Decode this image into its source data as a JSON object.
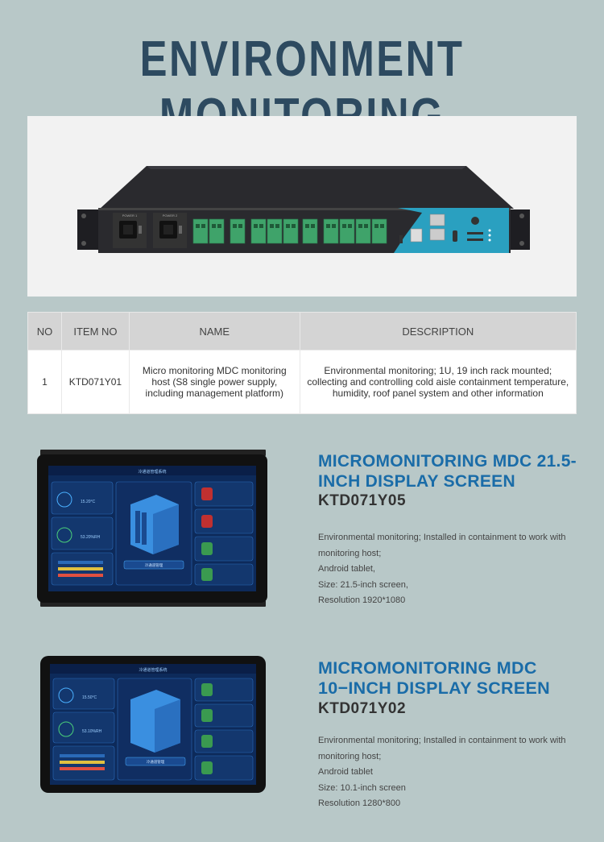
{
  "page_title": "ENVIRONMENT MONITORING",
  "device_panel": {
    "power_label_1": "POWER 1",
    "power_label_2": "POWER 2"
  },
  "table": {
    "headers": [
      "NO",
      "ITEM NO",
      "NAME",
      "DESCRIPTION"
    ],
    "row": {
      "no": "1",
      "item_no": "KTD071Y01",
      "name": "Micro monitoring MDC monitoring host (S8 single power supply, including management platform)",
      "description": "Environmental monitoring; 1U, 19 inch rack mounted; collecting and controlling cold aisle containment temperature, humidity, roof panel system and other information"
    }
  },
  "product1": {
    "title_line1": "MICROMONITORING MDC 21.5-",
    "title_line2": "INCH DISPLAY SCREEN",
    "item_no": "KTD071Y05",
    "desc": [
      "Environmental monitoring; Installed in containment to work with",
      "monitoring host;",
      "Android tablet,",
      "Size: 21.5-inch screen,",
      "Resolution 1920*1080"
    ],
    "screen": {
      "header": "冷通道管理系统",
      "temp": "15.20°C",
      "humidity": "53.20%RH",
      "btn": "冷通道管理"
    }
  },
  "product2": {
    "title_line1": "MICROMONITORING MDC",
    "title_line2": "10−INCH DISPLAY SCREEN",
    "item_no": "KTD071Y02",
    "desc": [
      "Environmental monitoring; Installed in containment to work with",
      "monitoring host;",
      "Android tablet",
      "Size: 10.1-inch screen",
      "Resolution 1280*800"
    ],
    "screen": {
      "header": "冷通道管理系统",
      "temp": "15.50°C",
      "humidity": "53.10%RH",
      "btn": "冷通道管理"
    }
  }
}
